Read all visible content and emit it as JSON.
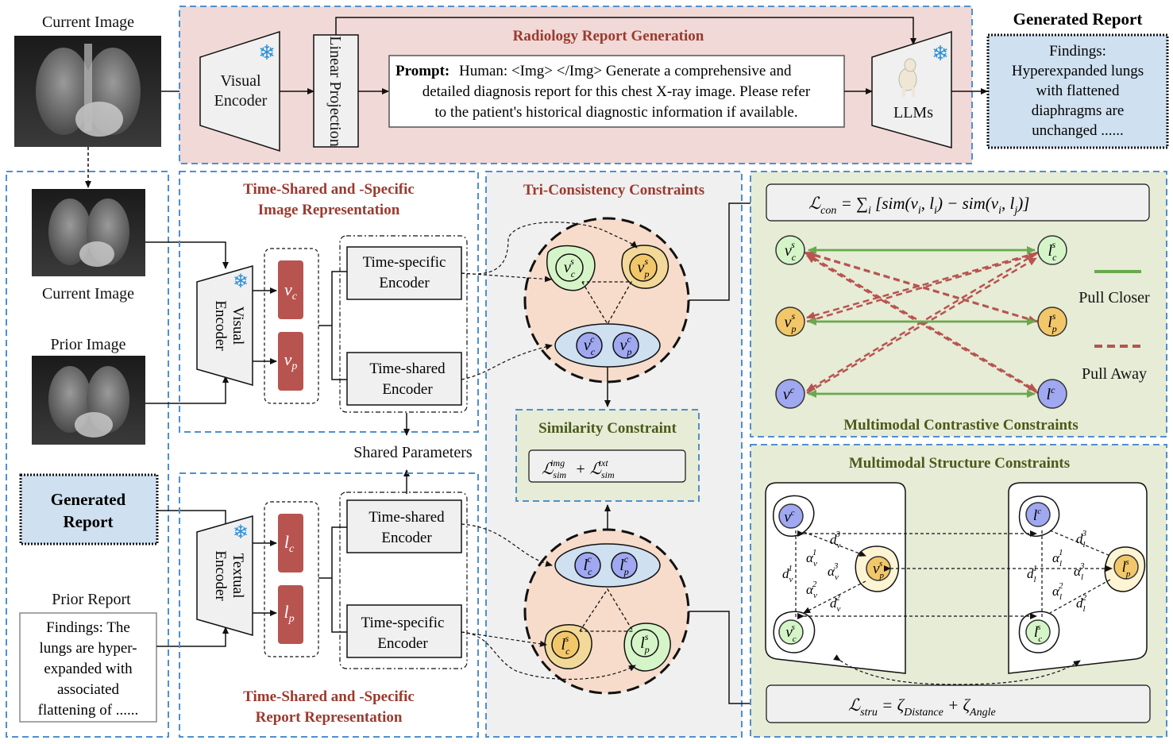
{
  "top": {
    "current_image_label": "Current Image",
    "title": "Radiology Report Generation",
    "visual_encoder_label": [
      "Visual",
      "Encoder"
    ],
    "linear_projection_label": "Linear Projection",
    "prompt_label": "Prompt:",
    "prompt_lines": [
      "Human: <Img> </Img> Generate a comprehensive and",
      "detailed diagnosis report for this chest X-ray image. Please refer",
      "to the patient's historical diagnostic information if available."
    ],
    "llm_label": "LLMs",
    "generated_report_title": "Generated Report",
    "generated_report_lines": [
      "Findings:",
      "Hyperexpanded lungs",
      "with flattened",
      "diaphragms are",
      "unchanged ......"
    ]
  },
  "left": {
    "current_image_label": "Current Image",
    "prior_image_label": "Prior Image",
    "generated_report_lines": [
      "Generated",
      "Report"
    ],
    "prior_report_label": "Prior Report",
    "prior_report_lines": [
      "Findings: The",
      "lungs are hyper-",
      "expanded with",
      "associated",
      "flattening of ......"
    ]
  },
  "image_rep": {
    "title_lines": [
      "Time-Shared and -Specific",
      "Image Representation"
    ],
    "encoder_label": [
      "Visual",
      "Encoder"
    ],
    "vc": "v",
    "vc_sub": "c",
    "vp": "v",
    "vp_sub": "p",
    "specific_encoder": [
      "Time-specific",
      "Encoder"
    ],
    "shared_encoder": [
      "Time-shared",
      "Encoder"
    ]
  },
  "shared_parameters": "Shared Parameters",
  "report_rep": {
    "title_lines": [
      "Time-Shared and -Specific",
      "Report Representation"
    ],
    "encoder_label": [
      "Textual",
      "Encoder"
    ],
    "lc": "l",
    "lc_sub": "c",
    "lp": "l",
    "lp_sub": "p",
    "shared_encoder": [
      "Time-shared",
      "Encoder"
    ],
    "specific_encoder": [
      "Time-specific",
      "Encoder"
    ]
  },
  "tri": {
    "title": "Tri-Consistency Constraints",
    "similarity_title": "Similarity Constraint",
    "similarity_formula": "ℒ^img_sim + ℒ^txt_sim"
  },
  "contrastive": {
    "formula": "ℒcon = ∑i [sim(vi, li) − sim(vi, lj)]",
    "pull_closer": "Pull Closer",
    "pull_away": "Pull Away",
    "title": "Multimodal Contrastive Constraints",
    "closer_color": "#6aa84f",
    "away_color": "#b85450"
  },
  "structure": {
    "title": "Multimodal Structure Constraints",
    "formula": "ℒstru = ζDistance + ζAngle"
  },
  "colors": {
    "top_bg": "#f0d9d6",
    "green_bg": "#e6ecd6",
    "gray_bg": "#f0f0f0",
    "blue_box": "#cfe0f0",
    "token_red": "#b85450",
    "dash_blue": "#4f8fd0",
    "node_green": "#d5f5c8",
    "node_yellow": "#f2c76a",
    "node_blue": "#9fa8f0",
    "circle_fill": "#f7dccb"
  }
}
